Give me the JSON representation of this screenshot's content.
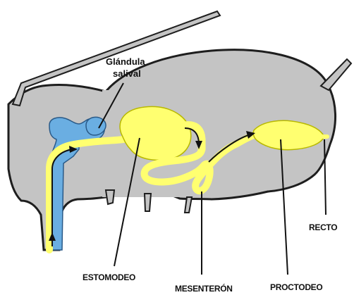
{
  "labels": {
    "glandula_line1": "Glándula",
    "glandula_line2": "salival",
    "estomodeo": "ESTOMODEO",
    "mesenteron": "MESENTERÓN",
    "proctodeo": "PROCTODEO",
    "recto": "RECTO"
  },
  "colors": {
    "body_fill": "#c4c4c4",
    "body_stroke": "#1e1e1e",
    "gland_fill": "#6aaee2",
    "gut_fill": "#ffff70",
    "gut_stroke": "#303030",
    "arrow": "#111111",
    "background": "#ffffff"
  }
}
